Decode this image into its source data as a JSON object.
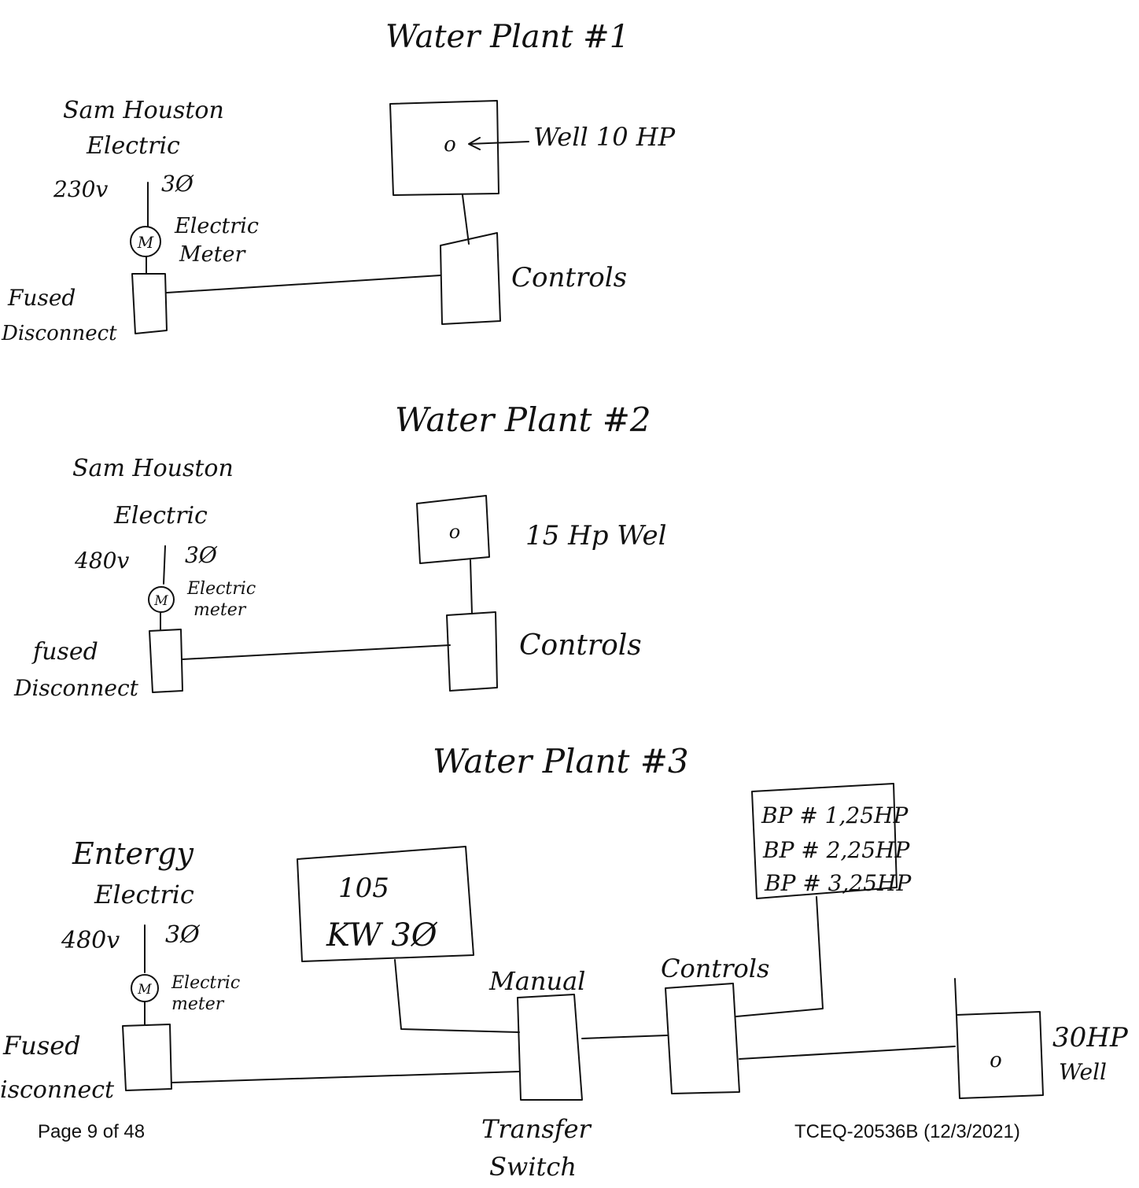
{
  "plants": [
    {
      "title": "Water Plant #1",
      "utility_line1": "Sam Houston",
      "utility_line2": "Electric",
      "voltage": "230v",
      "phase": "3Ø",
      "meter_symbol": "M",
      "meter_label_line1": "Electric",
      "meter_label_line2": "Meter",
      "disconnect_line1": "Fused",
      "disconnect_line2": "Disconnect",
      "well_symbol": "o",
      "well_label": "Well 10 HP",
      "controls_label": "Controls"
    },
    {
      "title": "Water Plant #2",
      "utility_line1": "Sam Houston",
      "utility_line2": "Electric",
      "voltage": "480v",
      "phase": "3Ø",
      "meter_symbol": "M",
      "meter_label_line1": "Electric",
      "meter_label_line2": "meter",
      "disconnect_line1": "fused",
      "disconnect_line2": "Disconnect",
      "well_symbol": "o",
      "well_label": "15 Hp Wel",
      "controls_label": "Controls"
    },
    {
      "title": "Water Plant #3",
      "utility_line1": "Entergy",
      "utility_line2": "Electric",
      "voltage": "480v",
      "phase": "3Ø",
      "meter_symbol": "M",
      "meter_label_line1": "Electric",
      "meter_label_line2": "meter",
      "disconnect_line1": "Fused",
      "disconnect_line2": "isconnect",
      "generator_line1": "105",
      "generator_line2": "KW 3Ø",
      "transfer_top": "Manual",
      "transfer_bottom1": "Transfer",
      "transfer_bottom2": "Switch",
      "controls_label": "Controls",
      "booster_pumps": [
        "BP # 1,25HP",
        "BP # 2,25HP",
        "BP # 3,25HP"
      ],
      "well_symbol": "o",
      "well_label_line1": "30HP",
      "well_label_line2": "Well"
    }
  ],
  "footer": {
    "page": "Page 9 of 48",
    "form_id": "TCEQ-20536B (12/3/2021)"
  }
}
